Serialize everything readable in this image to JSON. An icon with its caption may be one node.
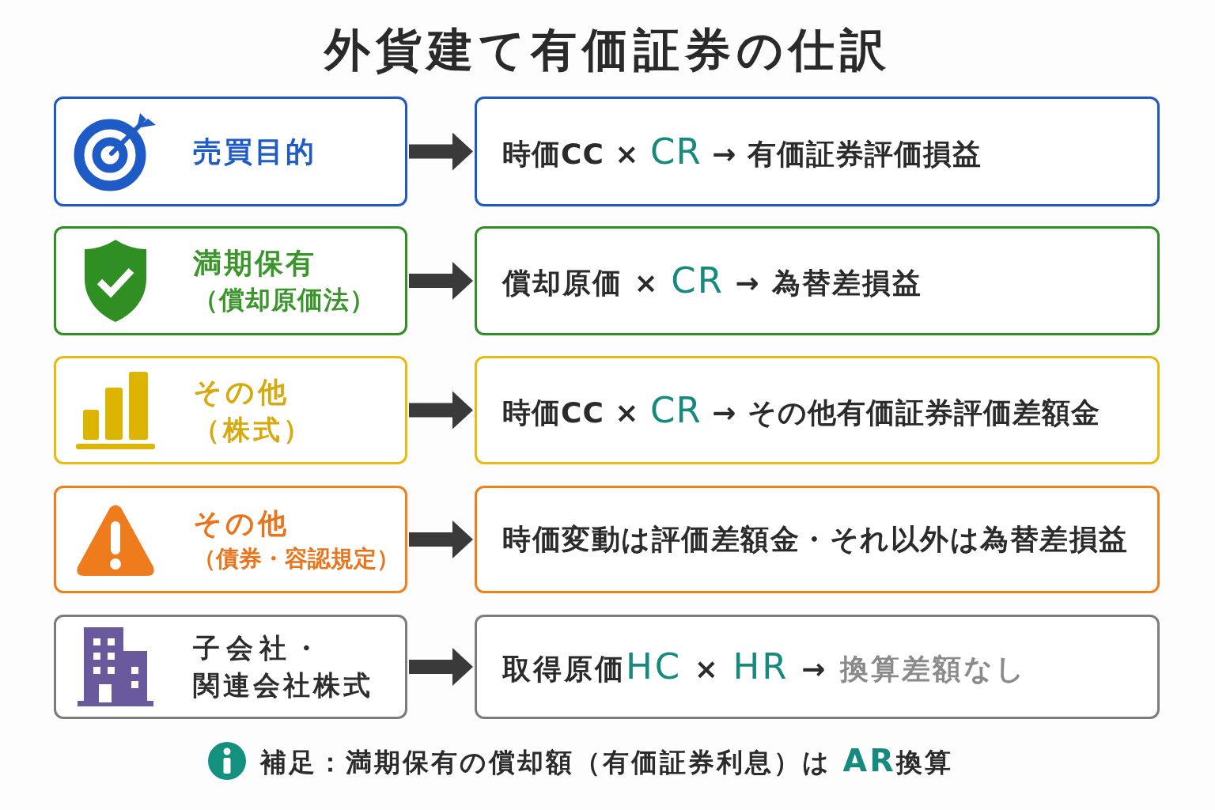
{
  "diagram": {
    "title": "外貨建て有価証券の仕訳",
    "nodes": [
      {
        "text": [
          "売買目的"
        ]
      },
      {
        "text": [
          "時価CC × **CR** → 有価証券評価損益"
        ]
      },
      {
        "text": [
          "満期保有",
          "（償却原価法）"
        ]
      },
      {
        "text": [
          "償却原価 × **CR** → 為替差損益"
        ]
      },
      {
        "text": [
          "その他",
          "（株式）"
        ]
      },
      {
        "text": [
          "時価CC × **CR** → その他有価証券評価差額金"
        ]
      },
      {
        "text": [
          "その他",
          "（債券・容認規定）"
        ]
      },
      {
        "text": [
          "時価変動は評価差額金・それ以外は為替差損益"
        ]
      },
      {
        "text": [
          "子会社・",
          "関連会社株式"
        ]
      },
      {
        "text": [
          "取得原価**HC** × **HR** → *換算差額なし*"
        ]
      }
    ],
    "edges": [
      {
        "from": 0,
        "to": 1,
        "arrow": "to"
      },
      {
        "from": 2,
        "to": 3,
        "arrow": "to"
      },
      {
        "from": 4,
        "to": 5,
        "arrow": "to"
      },
      {
        "from": 6,
        "to": 7,
        "arrow": "to"
      },
      {
        "from": 8,
        "to": 9,
        "arrow": "to"
      }
    ],
    "labels": [
      "補足：満期保有の償却額（有価証券利息）は **AR**換算"
    ]
  }
}
